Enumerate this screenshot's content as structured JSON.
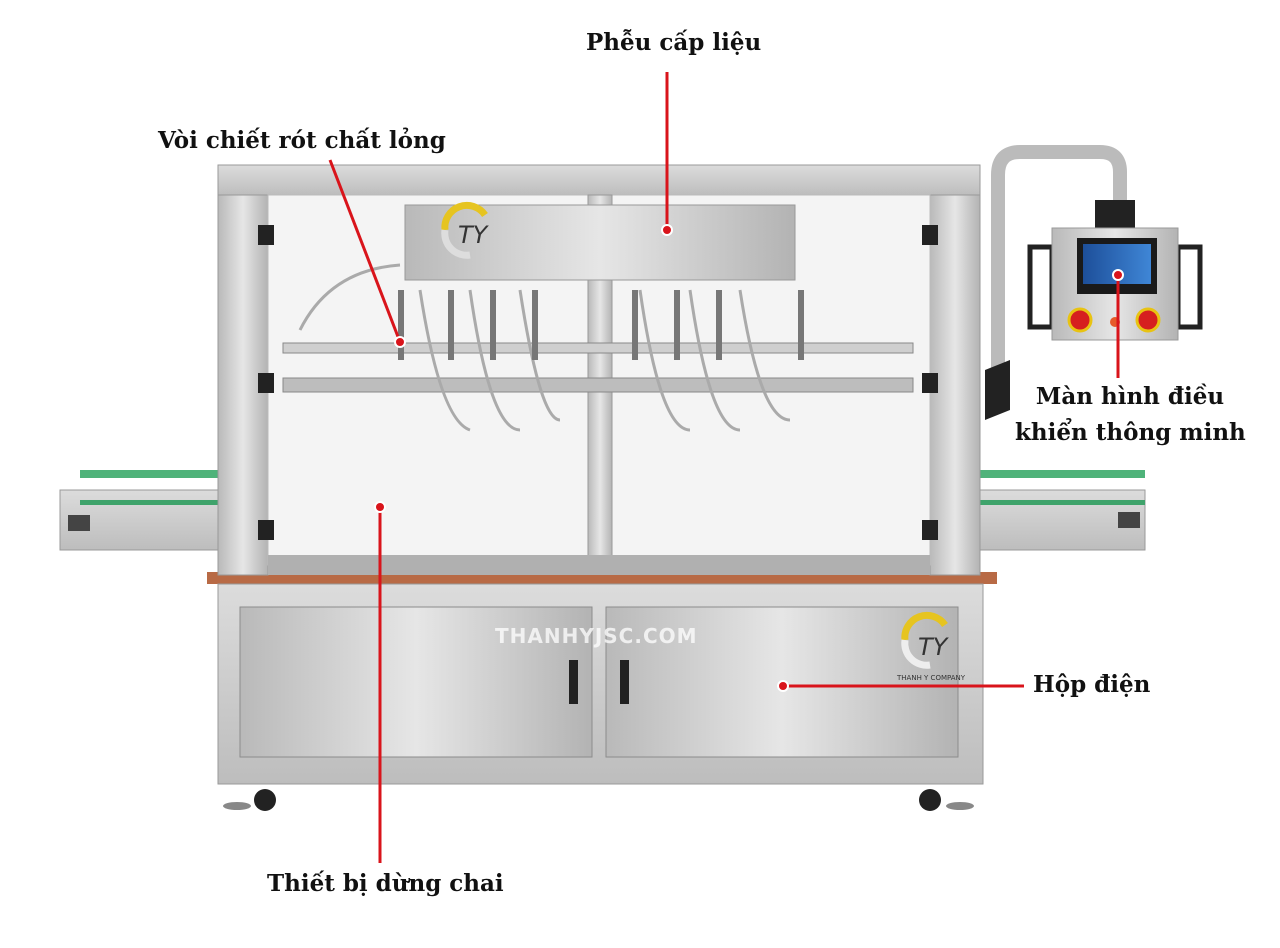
{
  "labels": {
    "hopper": "Phễu cấp liệu",
    "nozzle": "Vòi chiết rót chất lỏng",
    "screen_line1": "Màn hình điều",
    "screen_line2": "khiển thông minh",
    "electric_box": "Hộp điện",
    "bottle_stopper": "Thiết bị dừng chai"
  },
  "watermark": "THANHYJSC.COM",
  "logo": {
    "mark": "TY",
    "company": "THANH Y COMPANY"
  },
  "colors": {
    "callout": "#d9141b",
    "steel": "#c9c9c9",
    "conveyor": "#3fa36b"
  }
}
